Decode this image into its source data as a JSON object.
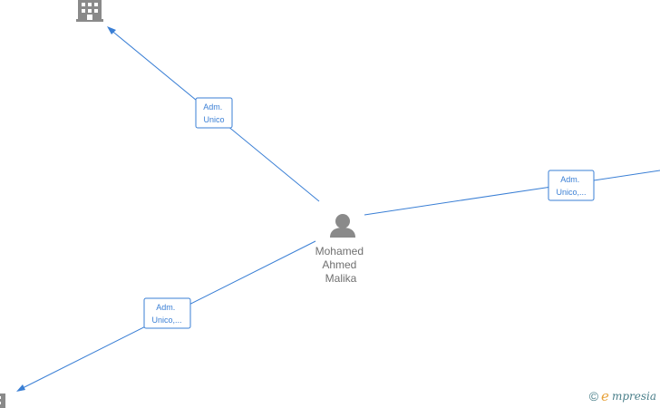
{
  "center_person": {
    "name_lines": [
      "Mohamed",
      "Ahmed",
      "Malika"
    ],
    "icon": "person-icon"
  },
  "relations": [
    {
      "label_lines": [
        "Adm.",
        "Unico"
      ],
      "target_icon": "building-icon"
    },
    {
      "label_lines": [
        "Adm.",
        "Unico,..."
      ],
      "target_icon": "building-icon"
    },
    {
      "label_lines": [
        "Adm.",
        "Unico,..."
      ],
      "target_icon": "building-icon"
    }
  ],
  "watermark": {
    "copyright_symbol": "©",
    "brand_initial": "e",
    "brand_rest": "mpresia"
  },
  "colors": {
    "edge": "#3a7fd5",
    "icon": "#8a8a8a",
    "text": "#6f6f6f"
  }
}
